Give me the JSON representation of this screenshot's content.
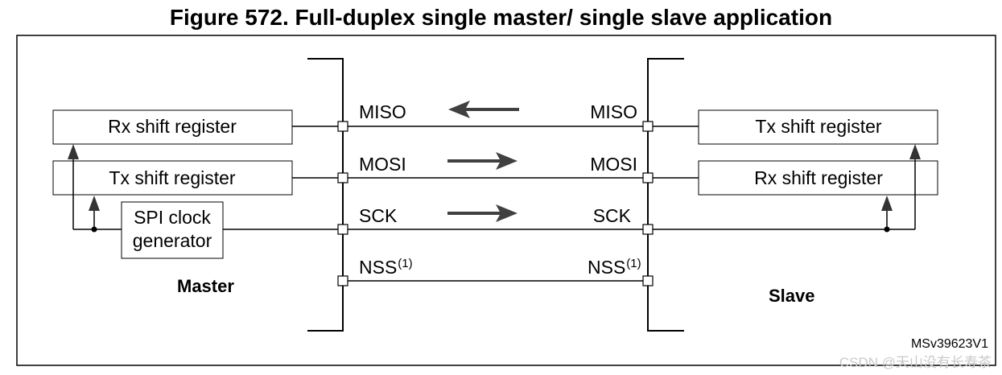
{
  "title": "Figure 572. Full-duplex single master/ single slave application",
  "master": {
    "label": "Master",
    "rx_register": "Rx shift register",
    "tx_register": "Tx shift register",
    "clock_line1": "SPI clock",
    "clock_line2": "generator"
  },
  "slave": {
    "label": "Slave",
    "tx_register": "Tx shift register",
    "rx_register": "Rx shift register"
  },
  "signals": {
    "miso": "MISO",
    "mosi": "MOSI",
    "sck": "SCK",
    "nss": "NSS",
    "nss_note": "(1)"
  },
  "figure_id": "MSv39623V1",
  "watermark": "CSDN @天山没有长寿茶"
}
